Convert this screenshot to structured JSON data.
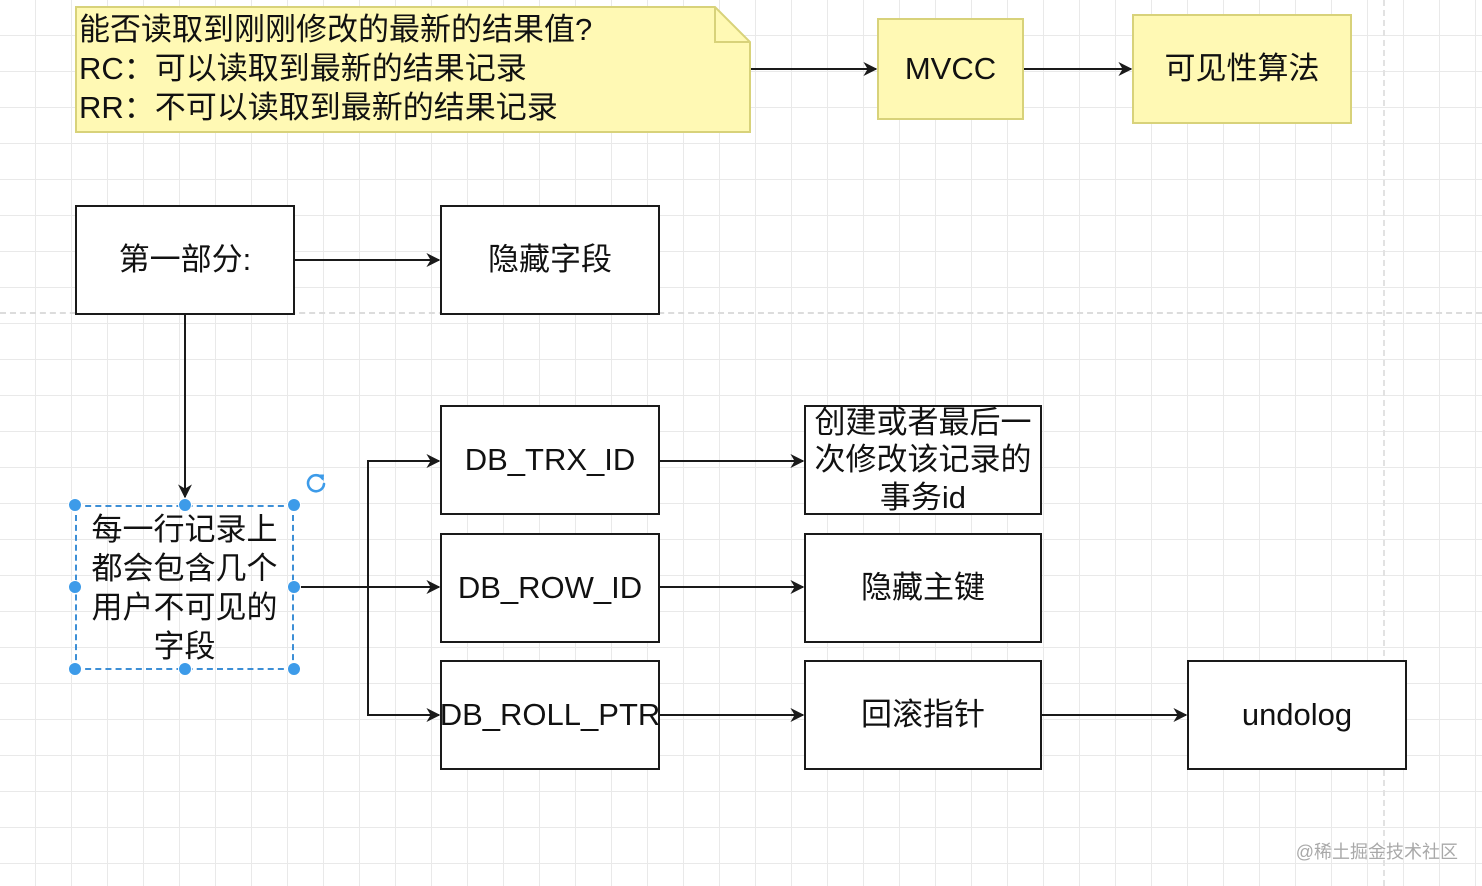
{
  "note": {
    "lines": [
      "能否读取到刚刚修改的最新的结果值?",
      "RC：可以读取到最新的结果记录",
      "RR：不可以读取到最新的结果记录"
    ]
  },
  "nodes": {
    "mvcc": "MVCC",
    "visibility": "可见性算法",
    "part_one": "第一部分:",
    "hidden_fields": "隐藏字段",
    "row_fields": "每一行记录上都会包含几个用户不可见的字段",
    "db_trx_id": "DB_TRX_ID",
    "db_row_id": "DB_ROW_ID",
    "db_roll_ptr": "DB_ROLL_PTR",
    "trx_desc": "创建或者最后一次修改该记录的事务id",
    "hidden_pk": "隐藏主键",
    "rollback_ptr": "回滚指针",
    "undolog": "undolog"
  },
  "watermark": "@稀土掘金技术社区",
  "colors": {
    "note_fill": "#fff9b4",
    "note_border": "#d8d27a",
    "selection": "#3d9be9",
    "stroke": "#1a1a1a"
  }
}
